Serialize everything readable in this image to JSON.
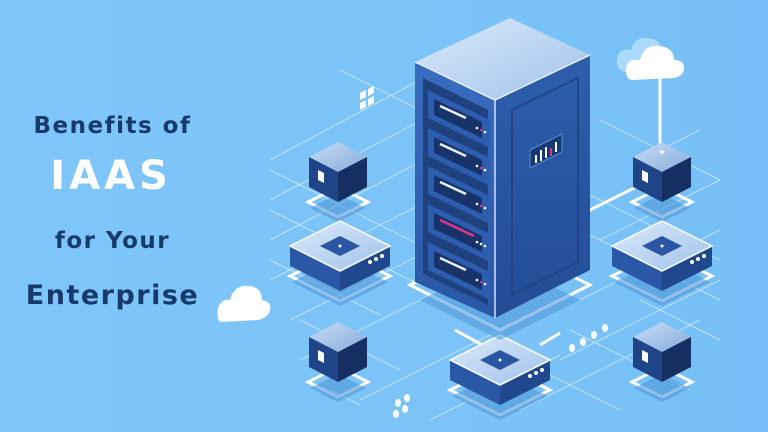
{
  "banner": {
    "title_lines": [
      "Benefits of",
      "IAAS",
      "for Your",
      "Enterprise"
    ],
    "colors": {
      "background": "#7cc4f8",
      "title_text": "#173a6b",
      "highlight_text": "#ffffff",
      "server_front": "#2b5aa8",
      "server_side": "#244d97",
      "server_top": "#c5dcf5",
      "node_dark": "#1f3f80",
      "accent_pink": "#e0358f",
      "grid_line": "#d6ecff"
    }
  },
  "illustration": {
    "server": {
      "slots": 5,
      "highlighted_slot": 4
    },
    "nodes": [
      {
        "type": "cube",
        "position": "top-left"
      },
      {
        "type": "hub",
        "position": "mid-left"
      },
      {
        "type": "cube",
        "position": "bottom-left"
      },
      {
        "type": "cube",
        "position": "top-right"
      },
      {
        "type": "hub",
        "position": "mid-right"
      },
      {
        "type": "cube",
        "position": "bottom-right"
      },
      {
        "type": "hub",
        "position": "bottom-center"
      }
    ],
    "clouds": [
      "top-right-cloud",
      "left-cloud"
    ]
  }
}
